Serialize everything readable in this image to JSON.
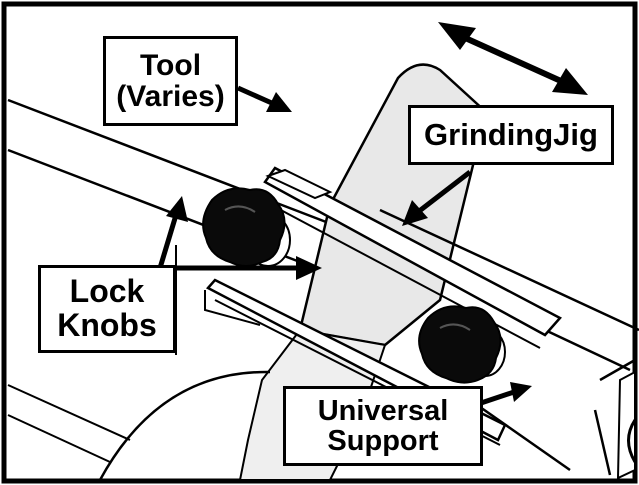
{
  "labels": {
    "tool": {
      "line1": "Tool",
      "line2": "(Varies)"
    },
    "grinding_jig": "GrindingJig",
    "lock_knobs": {
      "line1": "Lock",
      "line2": "Knobs"
    },
    "universal_support": {
      "line1": "Universal",
      "line2": "Support"
    }
  },
  "colors": {
    "ink": "#000000",
    "paper": "#ffffff",
    "jig_shading": "#e8e8e8"
  }
}
